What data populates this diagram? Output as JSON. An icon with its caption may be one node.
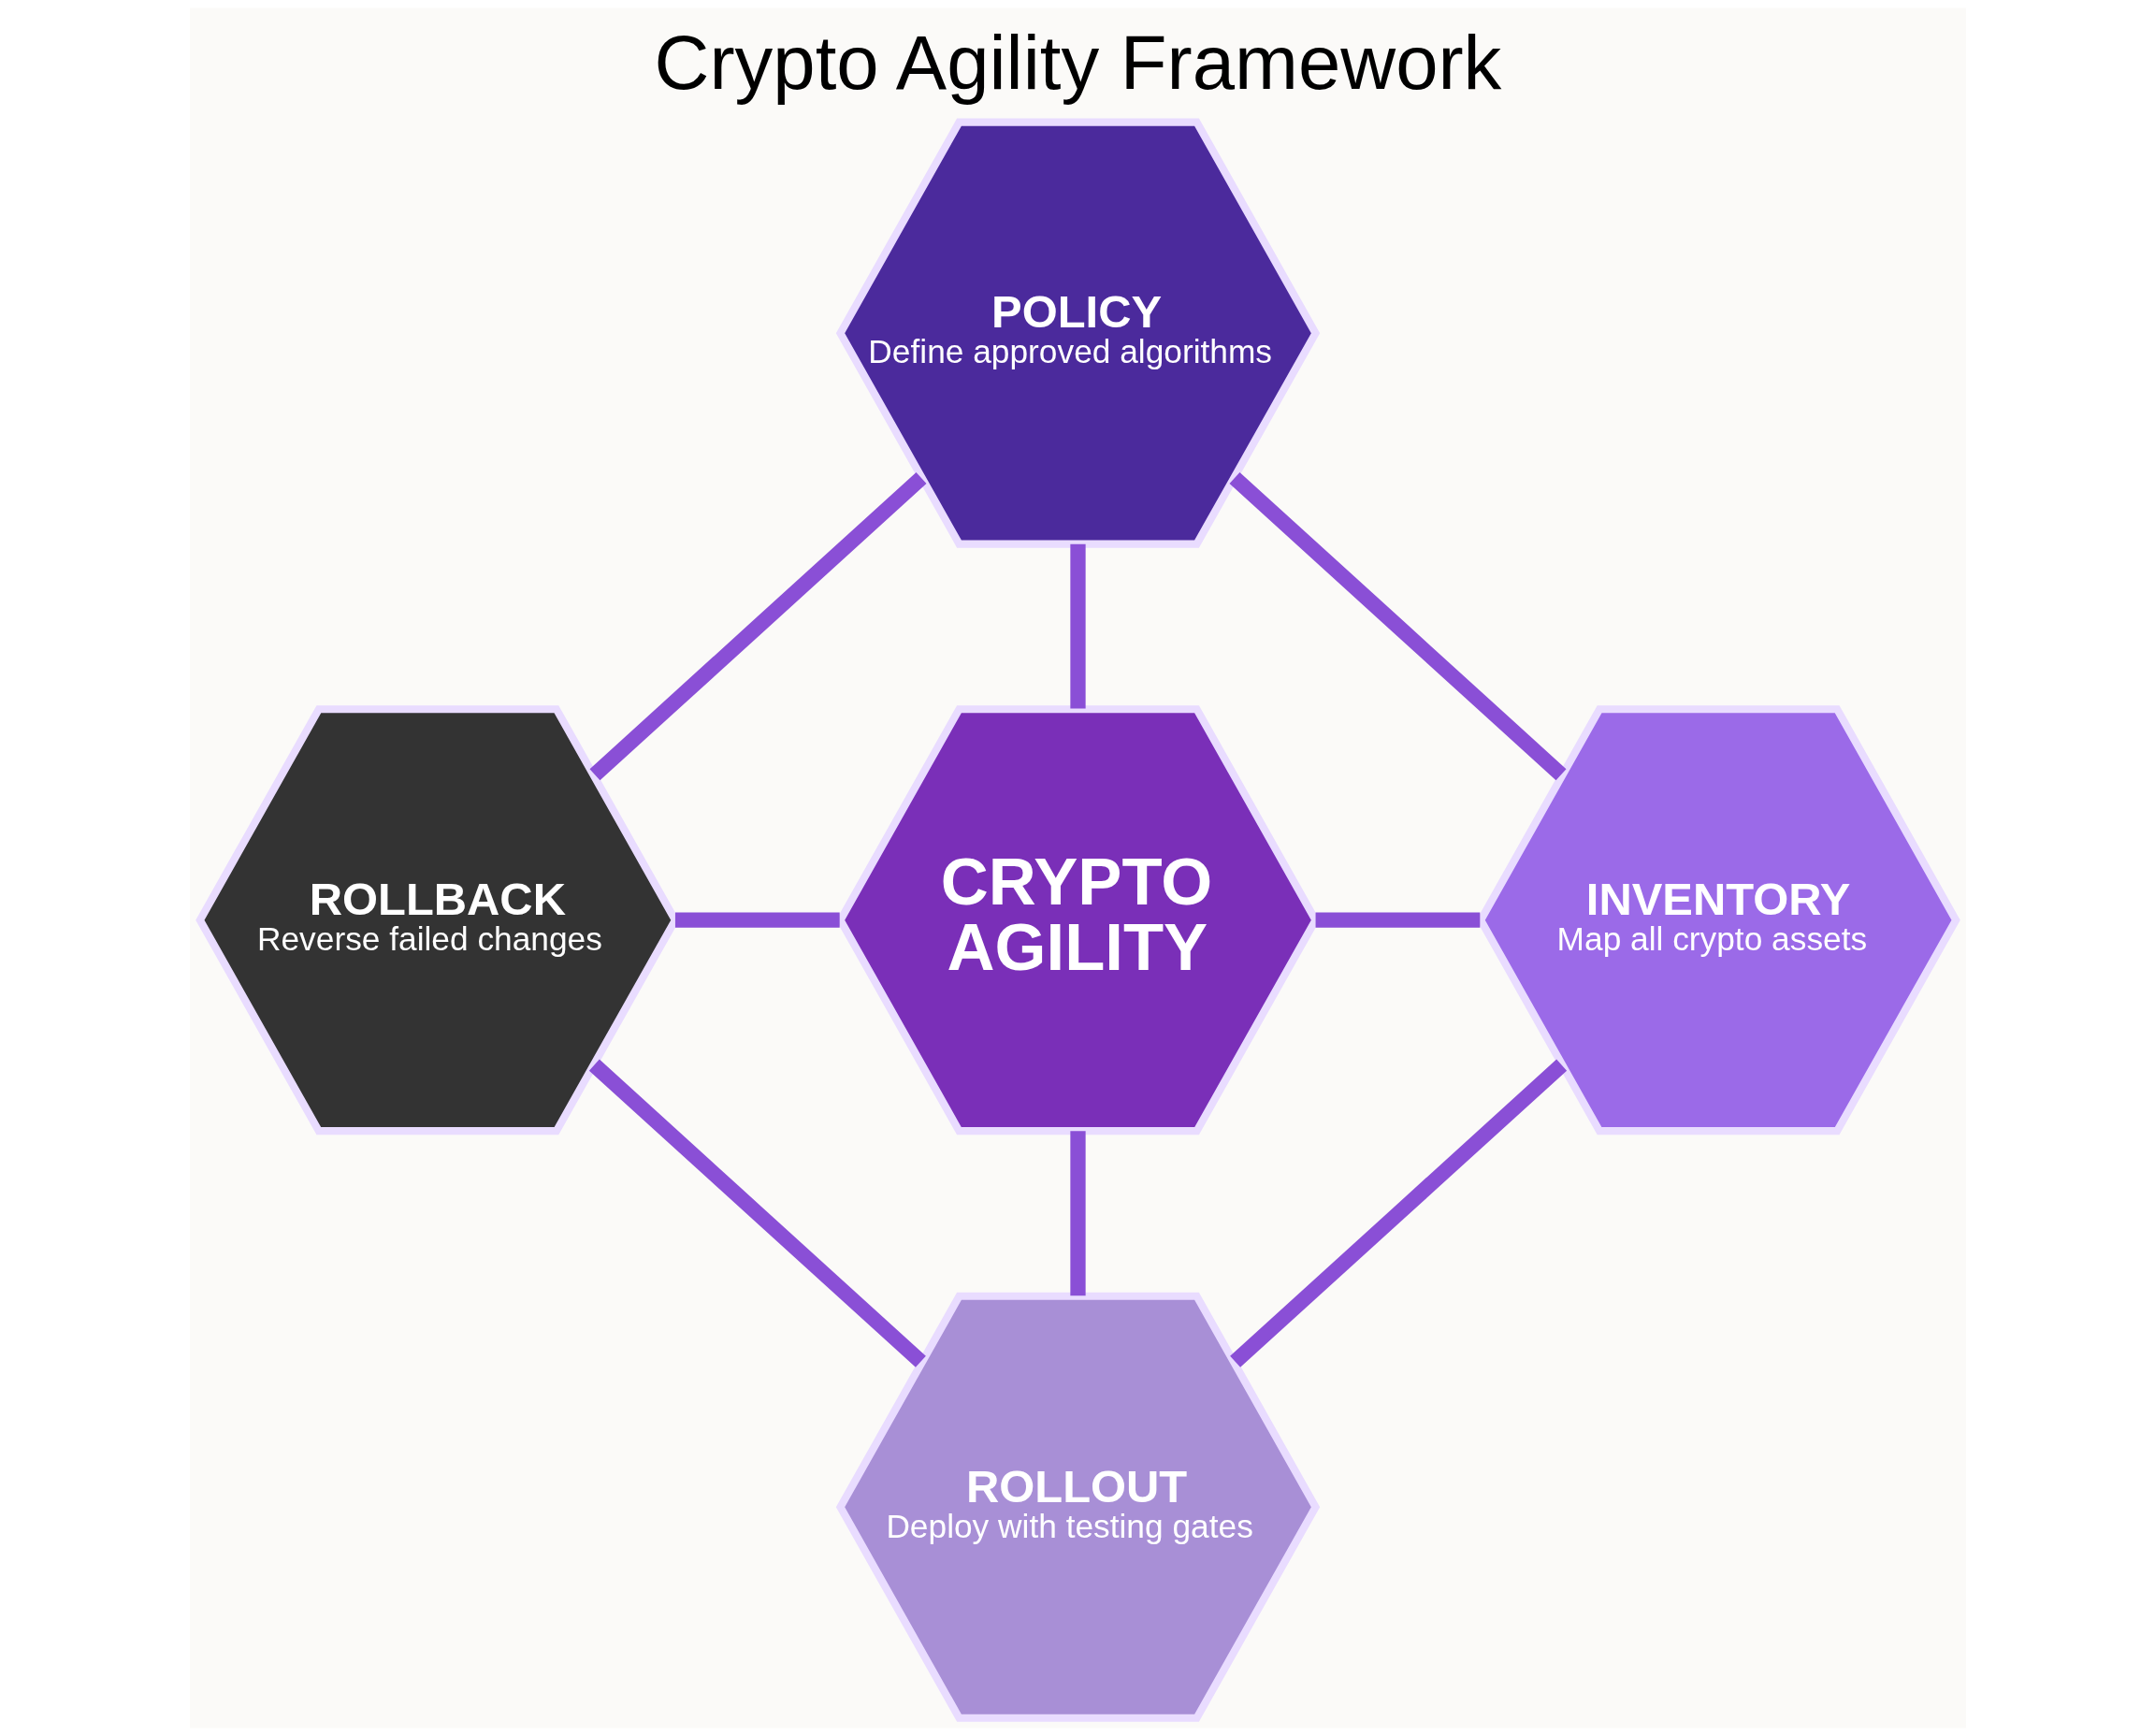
{
  "diagram": {
    "title": "Crypto Agility Framework",
    "nodes": [
      {
        "text": [
          "POLICY",
          "Define approved algorithms"
        ]
      },
      {
        "text": [
          "ROLLBACK",
          "Reverse failed changes"
        ]
      },
      {
        "text": [
          "CRYPTO AGILITY"
        ]
      },
      {
        "text": [
          "INVENTORY",
          "Map all crypto assets"
        ]
      },
      {
        "text": [
          "ROLLOUT",
          "Deploy with testing gates"
        ]
      }
    ],
    "edges": [
      {
        "from": 0,
        "to": 2,
        "arrow": "none"
      },
      {
        "from": 1,
        "to": 2,
        "arrow": "none"
      },
      {
        "from": 2,
        "to": 3,
        "arrow": "none"
      },
      {
        "from": 2,
        "to": 4,
        "arrow": "none"
      },
      {
        "from": 0,
        "to": 3,
        "arrow": "none"
      },
      {
        "from": 3,
        "to": 4,
        "arrow": "none"
      },
      {
        "from": 1,
        "to": 4,
        "arrow": "none"
      },
      {
        "from": 0,
        "to": 1,
        "arrow": "none"
      }
    ]
  }
}
